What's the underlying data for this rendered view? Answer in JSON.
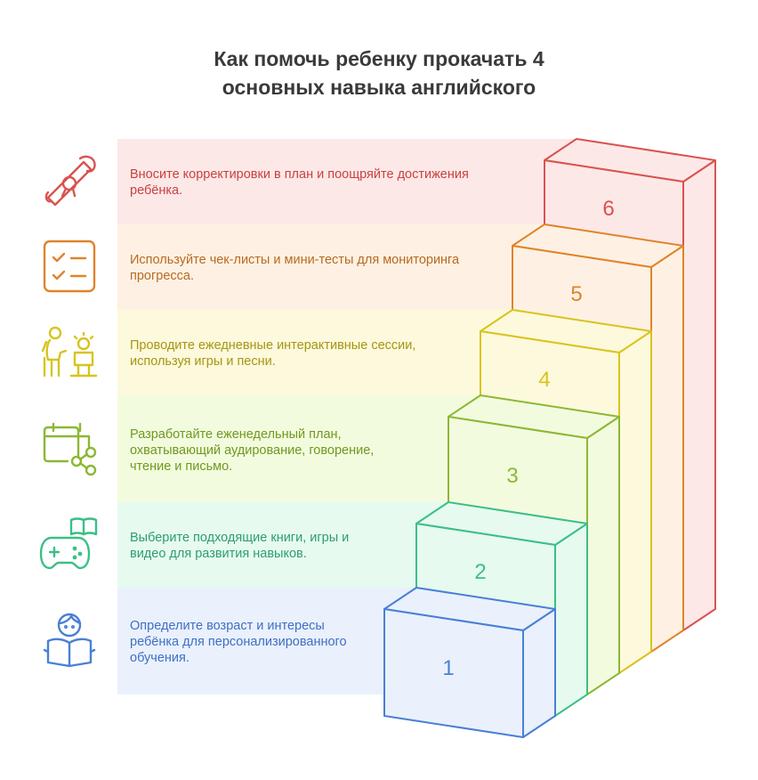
{
  "title": {
    "line1": "Как помочь ребенку прокачать 4",
    "line2": "основных навыка английского"
  },
  "steps": [
    {
      "number": "1",
      "text": "Определите возраст и интересы ребёнка для персонализированного обучения.",
      "icon": "child-reading-book-icon",
      "color": "#4a7fd6",
      "fill": "#eaf1fc"
    },
    {
      "number": "2",
      "text": "Выберите подходящие книги, игры и видео для развития навыков.",
      "icon": "gamepad-book-icon",
      "color": "#3cbf86",
      "fill": "#e6faf0"
    },
    {
      "number": "3",
      "text": "Разработайте еженедельный план, охватывающий аудирование, говорение, чтение и письмо.",
      "icon": "calendar-share-icon",
      "color": "#8cb834",
      "fill": "#f3fbdf"
    },
    {
      "number": "4",
      "text": "Проводите ежедневные интерактивные сессии, используя игры и песни.",
      "icon": "teacher-child-icon",
      "color": "#d8c41e",
      "fill": "#fdf9dc"
    },
    {
      "number": "5",
      "text": "Используйте чек-листы и мини-тесты для мониторинга прогресса.",
      "icon": "checklist-icon",
      "color": "#e0842a",
      "fill": "#fef1e3"
    },
    {
      "number": "6",
      "text": "Вносите корректировки в план и поощряйте достижения ребёнка.",
      "icon": "diploma-icon",
      "color": "#d9534f",
      "fill": "#fde8e8"
    }
  ]
}
